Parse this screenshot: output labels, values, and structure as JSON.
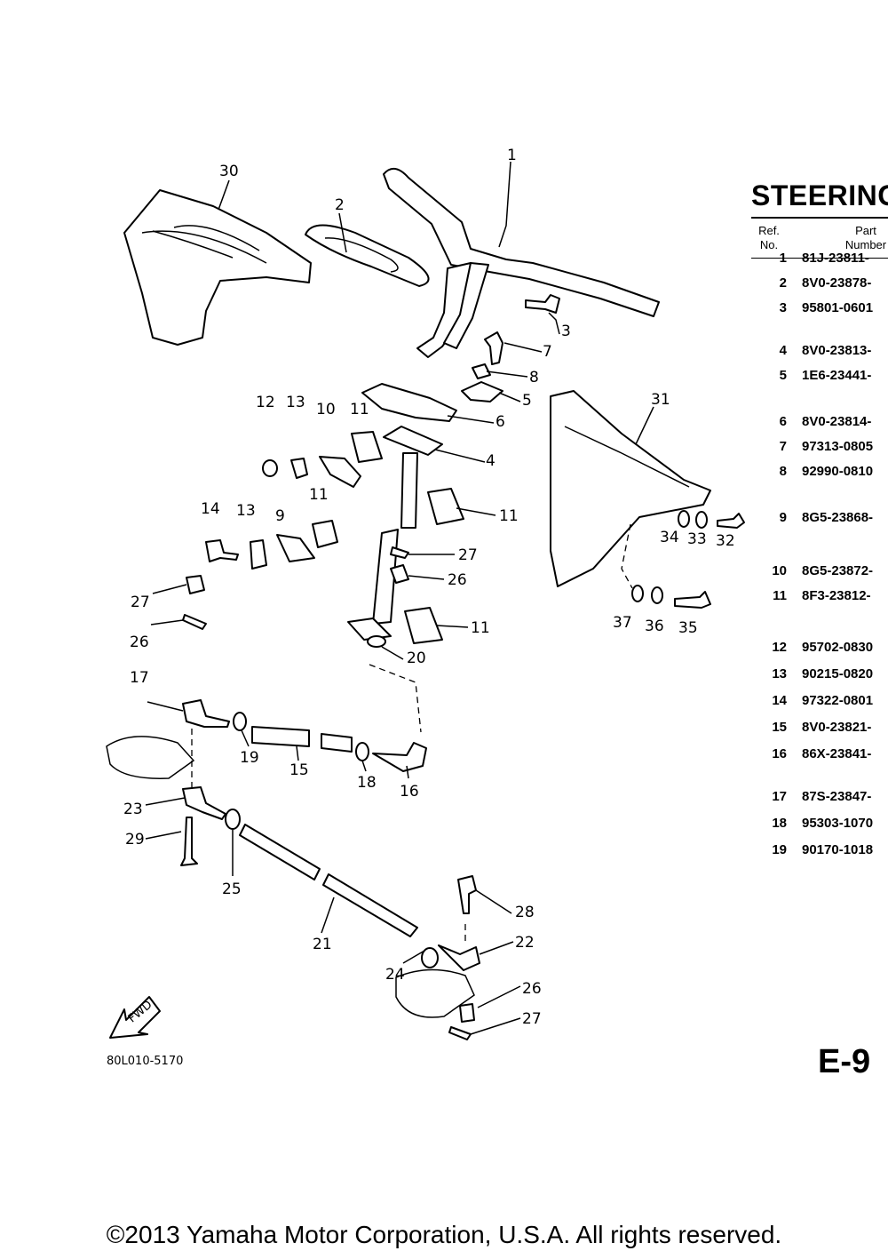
{
  "section": {
    "title": "STEERING",
    "header_ref": "Ref.\nNo.",
    "header_part": "Part\nNumber",
    "page_id": "E-9"
  },
  "parts": [
    {
      "ref": "1",
      "part_no": "81J-23811-"
    },
    {
      "ref": "2",
      "part_no": "8V0-23878-"
    },
    {
      "ref": "3",
      "part_no": "95801-0601"
    },
    {
      "ref": "4",
      "part_no": "8V0-23813-"
    },
    {
      "ref": "5",
      "part_no": "1E6-23441-"
    },
    {
      "ref": "6",
      "part_no": "8V0-23814-"
    },
    {
      "ref": "7",
      "part_no": "97313-0805"
    },
    {
      "ref": "8",
      "part_no": "92990-0810"
    },
    {
      "ref": "9",
      "part_no": "8G5-23868-"
    },
    {
      "ref": "10",
      "part_no": "8G5-23872-"
    },
    {
      "ref": "11",
      "part_no": "8F3-23812-"
    },
    {
      "ref": "12",
      "part_no": "95702-0830"
    },
    {
      "ref": "13",
      "part_no": "90215-0820"
    },
    {
      "ref": "14",
      "part_no": "97322-0801"
    },
    {
      "ref": "15",
      "part_no": "8V0-23821-"
    },
    {
      "ref": "16",
      "part_no": "86X-23841-"
    },
    {
      "ref": "17",
      "part_no": "87S-23847-"
    },
    {
      "ref": "18",
      "part_no": "95303-1070"
    },
    {
      "ref": "19",
      "part_no": "90170-1018"
    }
  ],
  "diagram": {
    "code": "80L010-5170",
    "fwd_label": "FWD",
    "callouts": [
      {
        "id": "30",
        "text": "30"
      },
      {
        "id": "2",
        "text": "2"
      },
      {
        "id": "1",
        "text": "1"
      },
      {
        "id": "3",
        "text": "3"
      },
      {
        "id": "7",
        "text": "7"
      },
      {
        "id": "8",
        "text": "8"
      },
      {
        "id": "5",
        "text": "5"
      },
      {
        "id": "6",
        "text": "6"
      },
      {
        "id": "4",
        "text": "4"
      },
      {
        "id": "12",
        "text": "12"
      },
      {
        "id": "13a",
        "text": "13"
      },
      {
        "id": "10",
        "text": "10"
      },
      {
        "id": "11a",
        "text": "11"
      },
      {
        "id": "11b",
        "text": "11"
      },
      {
        "id": "11c",
        "text": "11"
      },
      {
        "id": "11d",
        "text": "11"
      },
      {
        "id": "31",
        "text": "31"
      },
      {
        "id": "34",
        "text": "34"
      },
      {
        "id": "33",
        "text": "33"
      },
      {
        "id": "32",
        "text": "32"
      },
      {
        "id": "14",
        "text": "14"
      },
      {
        "id": "13b",
        "text": "13"
      },
      {
        "id": "9",
        "text": "9"
      },
      {
        "id": "27a",
        "text": "27"
      },
      {
        "id": "26a",
        "text": "26"
      },
      {
        "id": "37",
        "text": "37"
      },
      {
        "id": "36",
        "text": "36"
      },
      {
        "id": "35",
        "text": "35"
      },
      {
        "id": "27b",
        "text": "27"
      },
      {
        "id": "26b",
        "text": "26"
      },
      {
        "id": "20",
        "text": "20"
      },
      {
        "id": "17",
        "text": "17"
      },
      {
        "id": "19",
        "text": "19"
      },
      {
        "id": "15",
        "text": "15"
      },
      {
        "id": "18",
        "text": "18"
      },
      {
        "id": "16",
        "text": "16"
      },
      {
        "id": "23",
        "text": "23"
      },
      {
        "id": "29",
        "text": "29"
      },
      {
        "id": "25",
        "text": "25"
      },
      {
        "id": "28",
        "text": "28"
      },
      {
        "id": "21",
        "text": "21"
      },
      {
        "id": "22",
        "text": "22"
      },
      {
        "id": "24",
        "text": "24"
      },
      {
        "id": "26c",
        "text": "26"
      },
      {
        "id": "27c",
        "text": "27"
      }
    ]
  },
  "footer": {
    "copyright": "©2013 Yamaha Motor Corporation, U.S.A. All rights reserved."
  }
}
